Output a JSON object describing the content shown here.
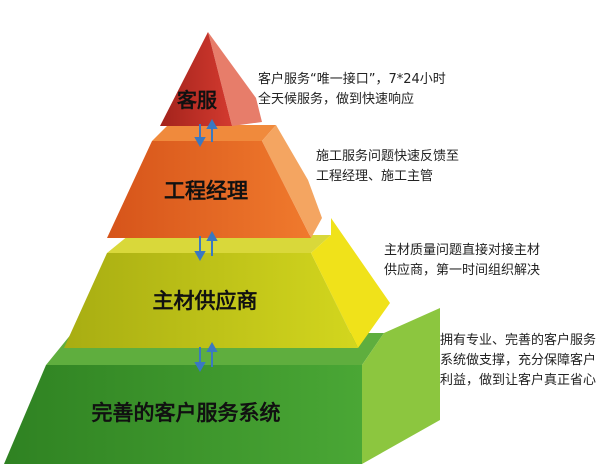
{
  "diagram": {
    "levels": [
      {
        "label": "客服",
        "front_color": "#c6322a",
        "side_color": "#e77d6a",
        "top_color": "#d9574a",
        "note": [
          "客户服务“唯一接口”，7*24小时",
          "全天候服务，做到快速响应"
        ]
      },
      {
        "label": "工程经理",
        "front_color": "#ec6a23",
        "side_color": "#f4a561",
        "top_color": "#f28a3e",
        "note": [
          "施工服务问题快速反馈至",
          "工程经理、施工主管"
        ]
      },
      {
        "label": "主材供应商",
        "front_color": "#c7cc18",
        "side_color": "#f0e21a",
        "top_color": "#dcd936",
        "note": [
          "主材质量问题直接对接主材",
          "供应商，第一时间组织解决"
        ]
      },
      {
        "label": "完善的客户服务系统",
        "front_color": "#3f9a2b",
        "side_color": "#8cc63f",
        "top_color": "#62b041",
        "note": [
          "拥有专业、完善的客户服务",
          "系统做支撑，充分保障客户",
          "利益，做到让客户真正省心"
        ]
      }
    ],
    "arrow_color": "#3a78c2"
  }
}
